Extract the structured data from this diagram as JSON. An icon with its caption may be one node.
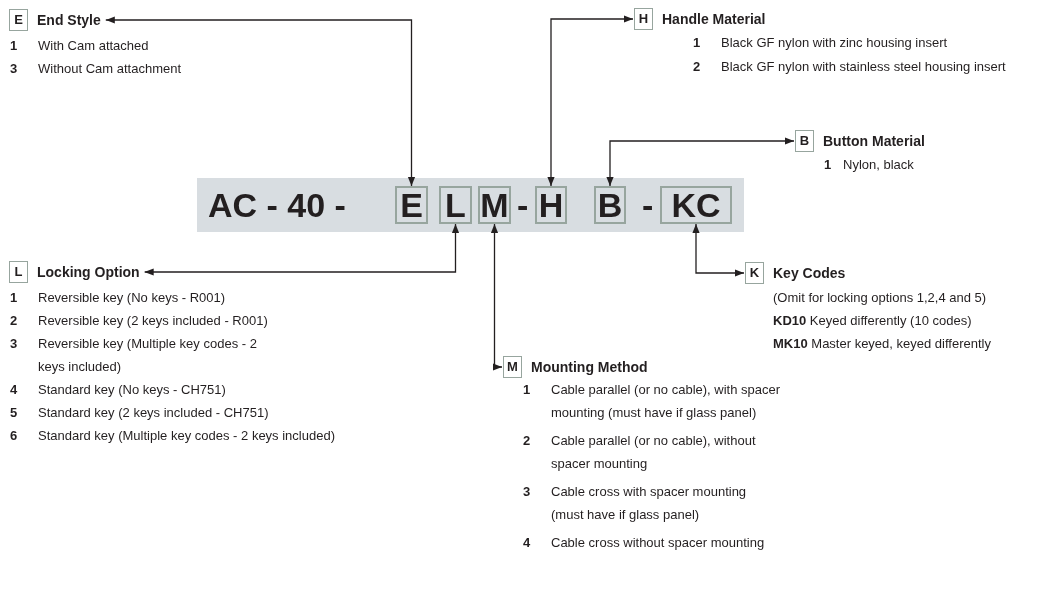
{
  "diagram": {
    "nodes": [
      {
        "text": [
          "AC - 40 -",
          "-",
          "-"
        ]
      },
      {
        "text": [
          "E"
        ],
        "in": 0
      },
      {
        "text": [
          "L"
        ],
        "in": 0
      },
      {
        "text": [
          "M"
        ],
        "in": 0
      },
      {
        "text": [
          "H"
        ],
        "in": 0
      },
      {
        "text": [
          "B"
        ],
        "in": 0
      },
      {
        "text": [
          "KC"
        ],
        "in": 0
      },
      {
        "text": [
          "E"
        ]
      },
      {
        "text": [
          "End Style"
        ]
      },
      {
        "text": [
          "H"
        ],
        "beside": [
          "Handle Material"
        ]
      },
      {
        "text": [
          "B"
        ],
        "beside": [
          "Button Material"
        ]
      },
      {
        "text": [
          "L"
        ]
      },
      {
        "text": [
          "Locking Option"
        ]
      },
      {
        "text": [
          "K"
        ],
        "beside": [
          "Key Codes"
        ]
      },
      {
        "text": [
          "M"
        ],
        "beside": [
          "Mounting Method"
        ]
      }
    ],
    "edges": [
      {
        "from": 1,
        "to": 8,
        "arrow": "both"
      },
      {
        "from": 4,
        "to": 9,
        "arrow": "both"
      },
      {
        "from": 5,
        "to": 10,
        "arrow": "both"
      },
      {
        "from": 2,
        "to": 12,
        "arrow": "both"
      },
      {
        "from": 6,
        "to": 13,
        "arrow": "both"
      },
      {
        "from": 3,
        "to": 14,
        "arrow": "both"
      }
    ],
    "labels": [
      "1",
      "With Cam attached",
      "3",
      "Without Cam attachment",
      "1",
      "Black GF nylon with zinc housing insert",
      "2",
      "Black GF nylon with stainless steel housing insert",
      "1",
      "Nylon, black",
      "1",
      "Reversible key (No keys - R001)",
      "2",
      "Reversible key (2 keys included - R001)",
      "3",
      "Reversible key (Multiple key codes - 2 keys included)",
      "4",
      "Standard key (No keys - CH751)",
      "5",
      "Standard key (2 keys included - CH751)",
      "6",
      "Standard key (Multiple key codes - 2 keys included)",
      "(Omit for locking options 1,2,4 and 5)",
      "**KD10** Keyed differently (10 codes)",
      "**MK10** Master keyed, keyed differently",
      "1",
      "Cable parallel (or no cable), with spacer mounting (must have if glass panel)",
      "2",
      "Cable parallel (or no cable), without spacer mounting",
      "3",
      "Cable cross with spacer mounting (must have if glass panel)",
      "4",
      "Cable cross without spacer mounting"
    ]
  }
}
